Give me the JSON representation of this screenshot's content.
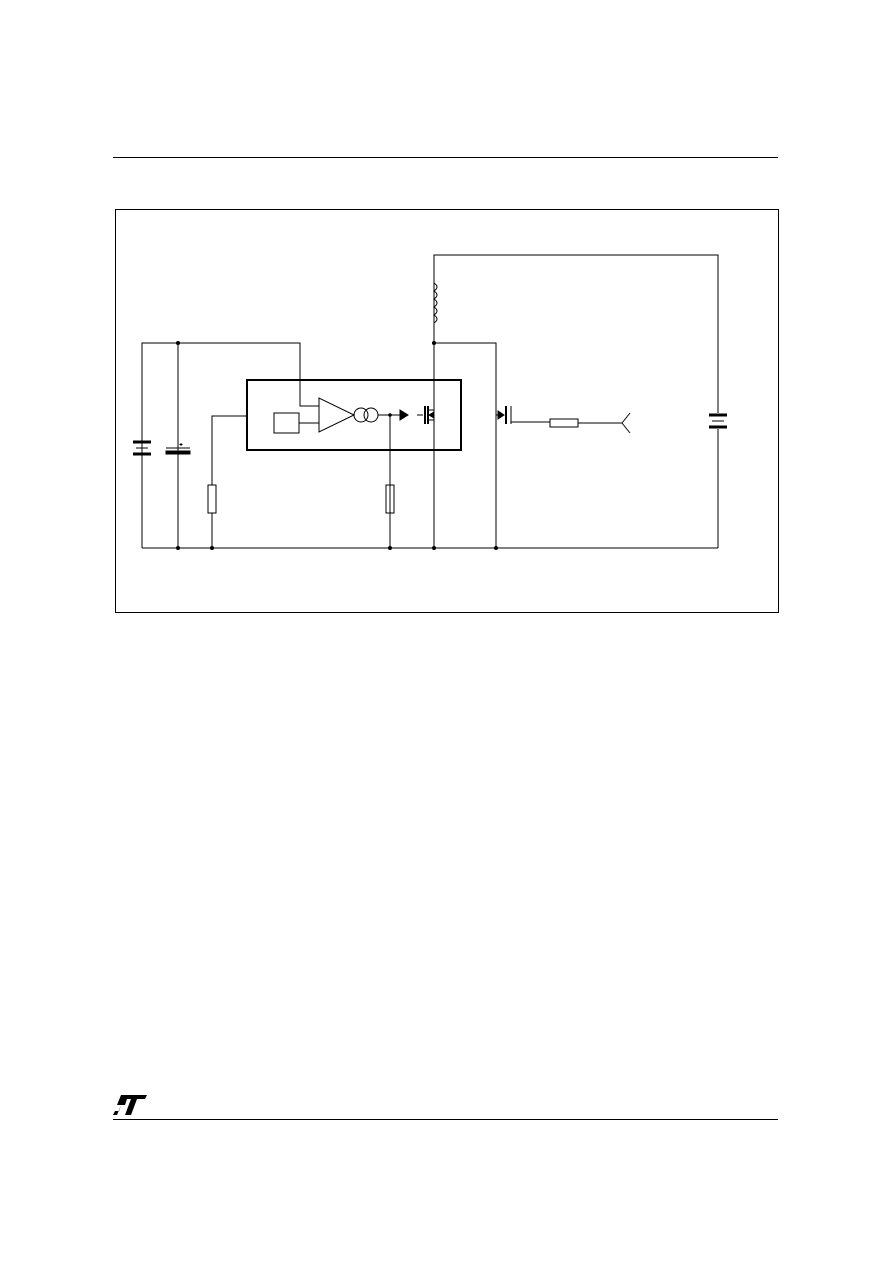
{
  "colors": {
    "line": "#000000",
    "background": "#ffffff"
  },
  "figure": {
    "components": [
      "battery",
      "capacitor",
      "ic-package",
      "reference-block",
      "amplifier",
      "current-source",
      "diode",
      "internal-mosfet",
      "external-mosfet",
      "inductor",
      "resistor",
      "load-battery"
    ]
  },
  "logo": {
    "icon": "st-logo-icon",
    "text": "ST"
  }
}
